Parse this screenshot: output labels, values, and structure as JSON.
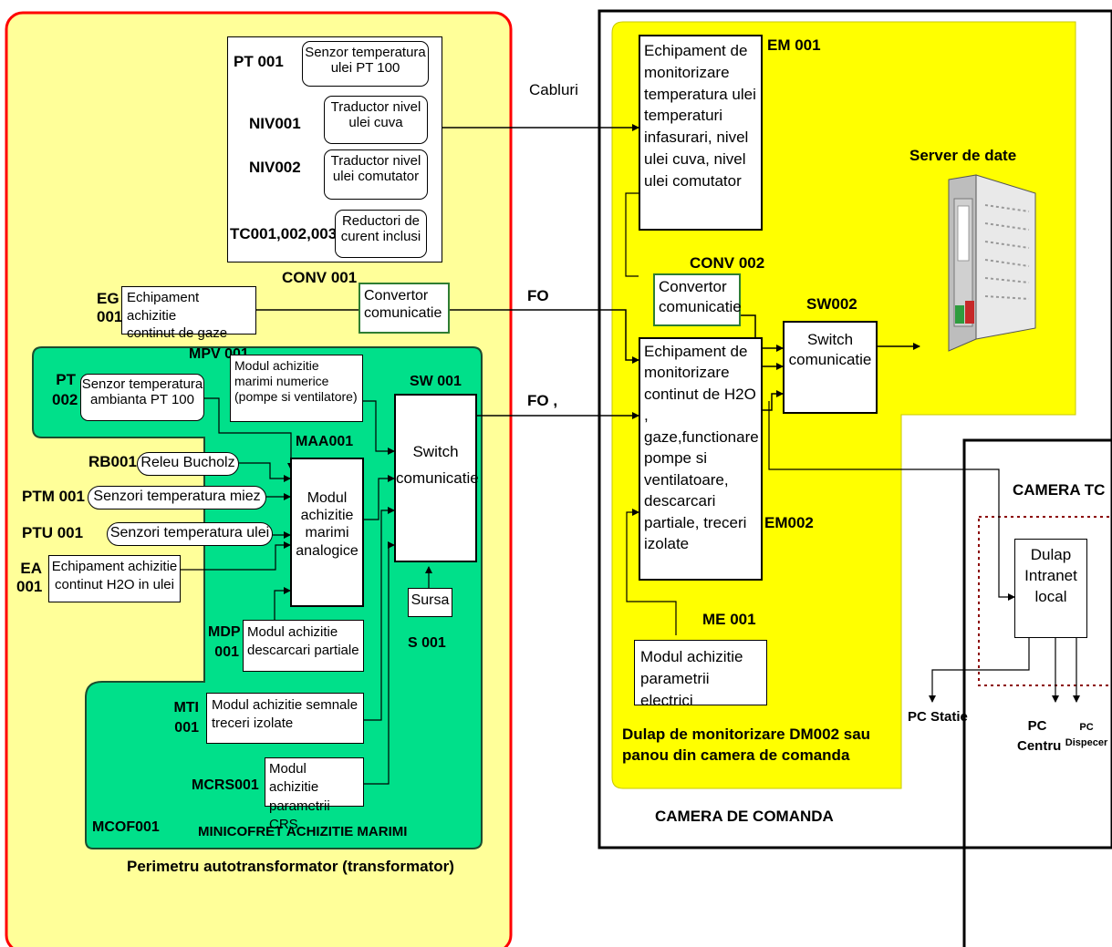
{
  "perimeter": {
    "title": "Perimetru autotransformator (transformator)"
  },
  "sensor_group": {
    "pt001_code": "PT 001",
    "pt001_desc": "Senzor temperatura\nulei PT 100",
    "niv001_code": "NIV001",
    "niv001_desc": "Traductor  nivel\nulei cuva",
    "niv002_code": "NIV002",
    "niv002_desc": "Traductor nivel\nulei comutator",
    "tc_code": "TC001,002,003",
    "tc_desc": "Reductori de\ncurent inclusi"
  },
  "links": {
    "cables": "Cabluri",
    "fo1": "FO",
    "fo2": "FO ,"
  },
  "conv001": {
    "code": "CONV 001",
    "label": "Convertor\ncomunicatie"
  },
  "eg001": {
    "code": "EG\n001",
    "label": "Echipament achizitie\ncontinut de gaze"
  },
  "minicofret": {
    "code": "MCOF001",
    "title": "MINICOFRET ACHIZITIE MARIMI",
    "pt002_code": "PT\n002",
    "pt002_desc": "Senzor temperatura\nambianta  PT 100",
    "mpv_code": "MPV 001",
    "mpv_label": "Modul achizitie\nmarimi numerice\n(pompe si ventilatore)",
    "sw001_code": "SW 001",
    "sw001_label": "Switch\ncomunicatie",
    "maa_code": "MAA001",
    "maa_label": "Modul\nachizitie\nmarimi\nanalogice",
    "rb_code": "RB001",
    "rb_desc": "Releu Bucholz",
    "ptm_code": "PTM 001",
    "ptm_desc": "Senzori temperatura miez",
    "ptu_code": "PTU 001",
    "ptu_desc": "Senzori temperatura ulei",
    "ea_code": "EA\n001",
    "ea_label": "Echipament achizitie\ncontinut H2O in ulei",
    "mdp_code": "MDP\n001",
    "mdp_label": "Modul achizitie\ndescarcari partiale",
    "mti_code": "MTI\n001",
    "mti_label": "Modul achizitie semnale\ntreceri izolate",
    "mcrs_code": "MCRS001",
    "mcrs_label": "Modul achizitie\nparametrii CRS",
    "sursa_label": "Sursa",
    "sursa_code": "S 001"
  },
  "control_room": {
    "title": "CAMERA DE COMANDA",
    "cabinet_title": "Dulap de monitorizare DM002 sau\npanou din camera de comanda",
    "em001_code": "EM 001",
    "em001_label": "Echipament de\nmonitorizare\ntemperatura ulei\ntemperaturi\ninfasurari, nivel\nulei cuva, nivel\nulei comutator",
    "conv002_code": "CONV 002",
    "conv002_label": "Convertor\ncomunicatie",
    "sw002_code": "SW002",
    "sw002_label": "Switch\ncomunicatie",
    "server_label": "Server de date",
    "em002_code": "EM002",
    "em002_label": "Echipament de\nmonitorizare\ncontinut de H2O ,\ngaze,functionare\npompe si\nventilatoare,\ndescarcari\npartiale, treceri\nizolate",
    "me001_code": "ME 001",
    "me001_label": "Modul achizitie\nparametrii electrici"
  },
  "camera_tc": {
    "title": "CAMERA TC",
    "dulap_label": "Dulap\nIntranet\nlocal",
    "pc_statie": "PC Statie",
    "pc_centru": "PC\nCentru",
    "pc_dispecer": "PC\nDispecer"
  },
  "colors": {
    "perimeter_fill": "#ffff99",
    "perimeter_border": "#ff0000",
    "minicofret_fill": "#00e08a",
    "cabinet_fill": "#ffff00",
    "dotted_border": "#8b0000"
  }
}
